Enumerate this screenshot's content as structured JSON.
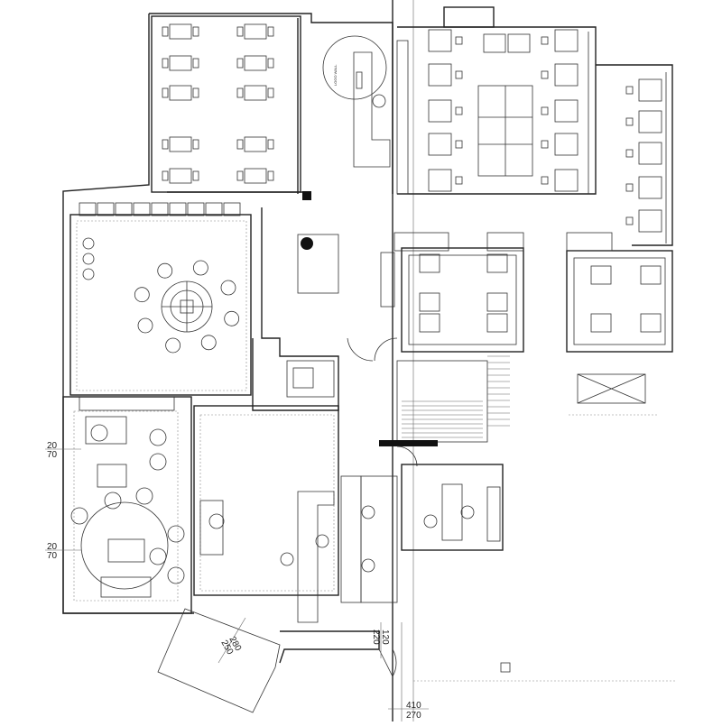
{
  "title": "Office floor plan",
  "labels": {
    "reception_sign": "LOGO WALL"
  },
  "dimensions": [
    {
      "top": "20",
      "bottom": "70"
    },
    {
      "top": "20",
      "bottom": "70"
    },
    {
      "top": "280",
      "bottom": "250"
    },
    {
      "top": "120",
      "bottom": "220"
    },
    {
      "top": "410",
      "bottom": "270"
    }
  ],
  "colors": {
    "line": "#222222",
    "background": "#ffffff"
  }
}
